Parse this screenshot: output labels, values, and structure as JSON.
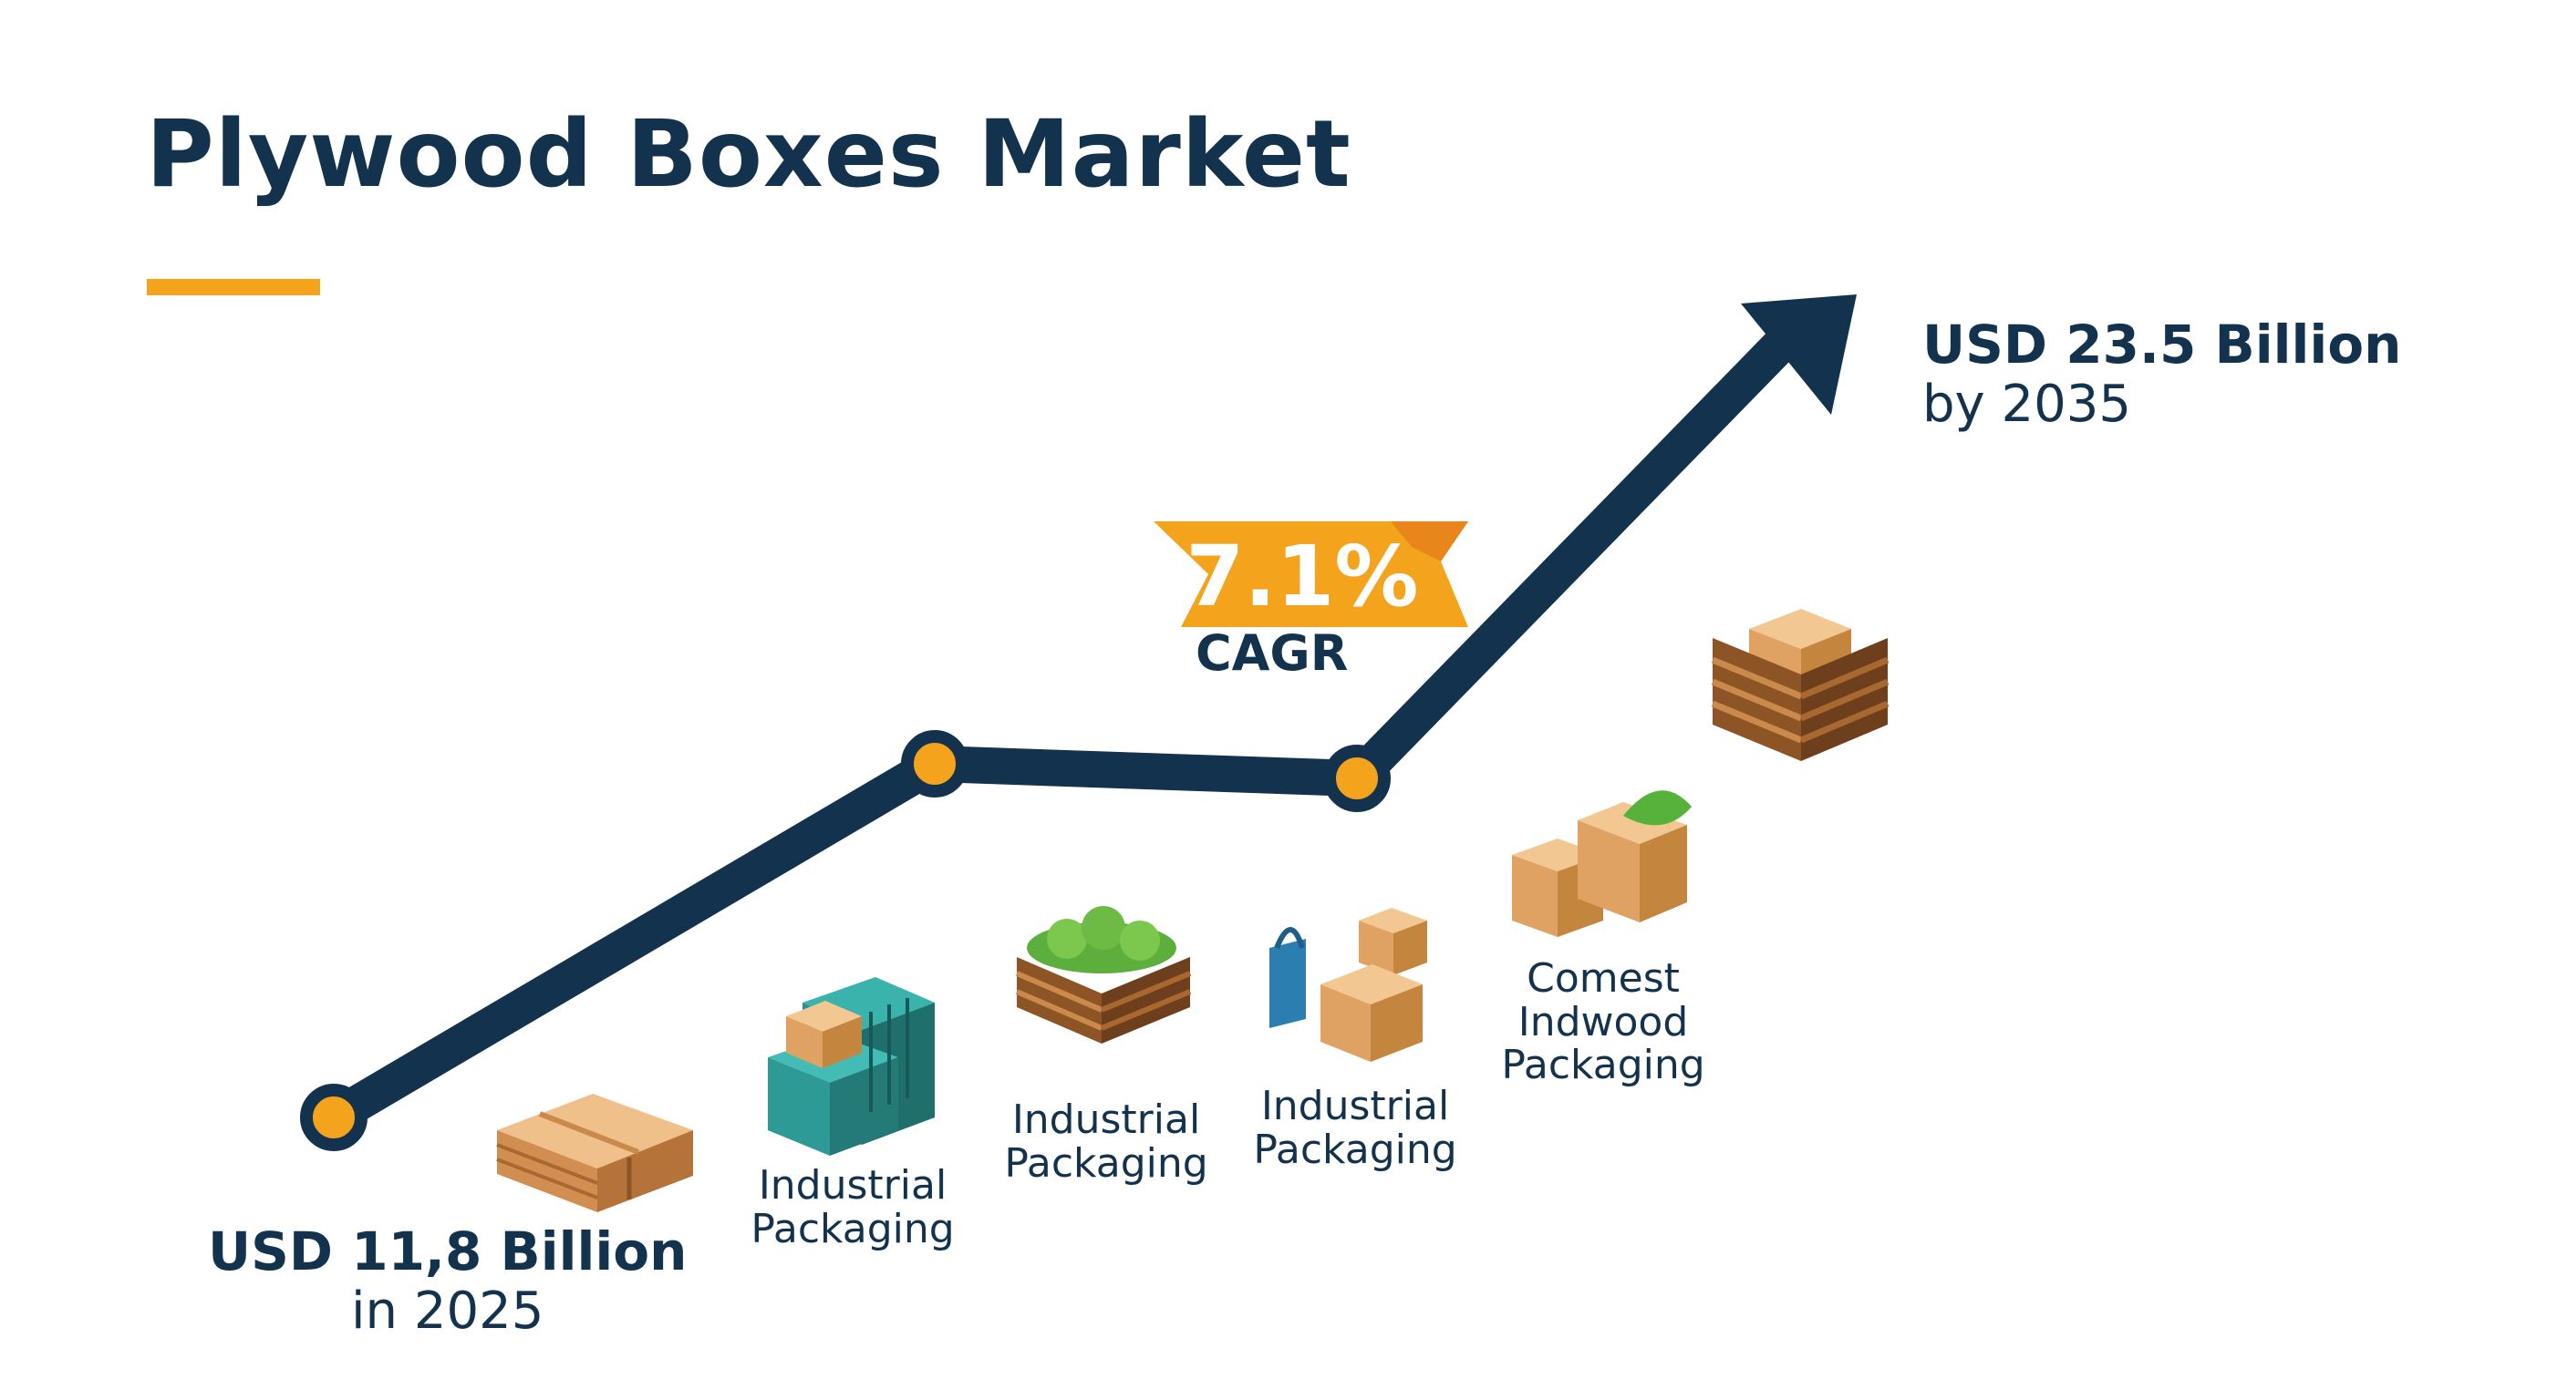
{
  "title": "Plywood Boxes Market",
  "start_value": {
    "amount": "USD 11,8 Billion",
    "year": "in 2025"
  },
  "end_value": {
    "amount": "USD 23.5 Billion",
    "year": "by 2035"
  },
  "cagr": {
    "value": "7.1%",
    "label": "CAGR"
  },
  "segments": [
    {
      "line1": "Industrial",
      "line2": "Packaging",
      "icon": "shipping-container-icon"
    },
    {
      "line1": "Industrial",
      "line2": "Packaging",
      "icon": "produce-crate-icon"
    },
    {
      "line1": "Industrial",
      "line2": "Packaging",
      "icon": "boxes-with-bag-icon"
    },
    {
      "line1": "Comest",
      "line2": "Indwood",
      "line3": "Packaging",
      "icon": "boxes-with-leaf-icon"
    }
  ],
  "colors": {
    "navy": "#13324d",
    "accent": "#f4a31c",
    "accent_dark": "#e8861c",
    "wood": "#e0a262",
    "teal": "#2b8f8c"
  }
}
